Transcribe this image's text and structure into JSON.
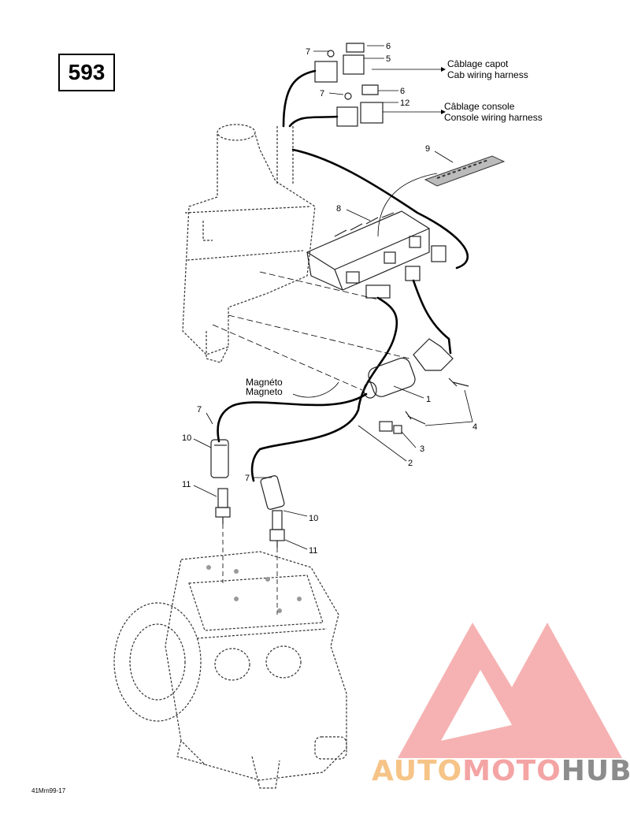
{
  "page_number": "593",
  "harness_labels": {
    "cab_fr": "Câblage capot",
    "cab_en": "Cab wiring harness",
    "console_fr": "Câblage console",
    "console_en": "Console wiring harness",
    "magneto_fr": "Magnéto",
    "magneto_en": "Magneto"
  },
  "callouts": {
    "c1": "1",
    "c2": "2",
    "c3": "3",
    "c4": "4",
    "c5": "5",
    "c6a": "6",
    "c6b": "6",
    "c7a": "7",
    "c7b": "7",
    "c7c": "7",
    "c7d": "7",
    "c8": "8",
    "c9": "9",
    "c10a": "10",
    "c10b": "10",
    "c11a": "11",
    "c11b": "11",
    "c12": "12"
  },
  "drawing_code": "41Mrn99-17",
  "watermark": {
    "part1": "AUTO",
    "part2": "MOTO",
    "part3": "HUB",
    "color_orange": "#f6c487",
    "color_red": "#f4a4a4",
    "color_gray": "#8c8c8c"
  }
}
